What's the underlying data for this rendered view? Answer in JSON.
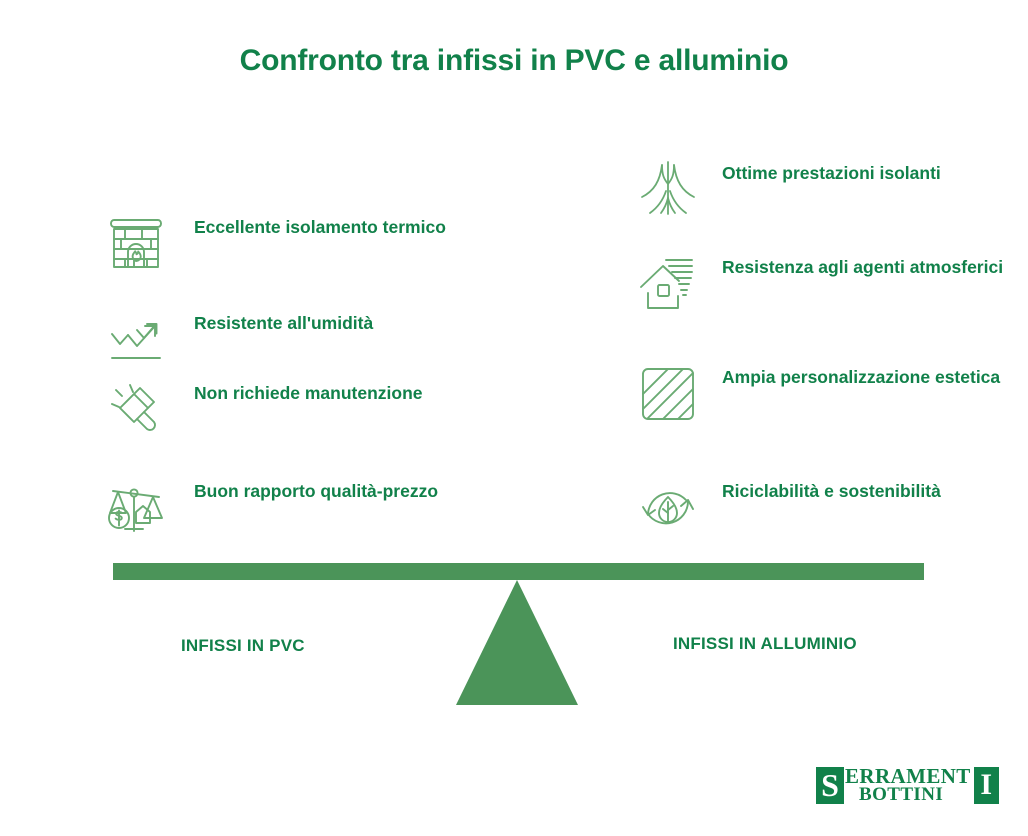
{
  "title": "Confronto tra infissi in PVC e alluminio",
  "colors": {
    "title_green": "#11814a",
    "text_green": "#11814a",
    "beam_green": "#4b9459",
    "icon_green": "#6aab73",
    "background": "#ffffff"
  },
  "left_column": {
    "heading": "INFISSI IN PVC",
    "items": [
      {
        "icon": "fireplace-icon",
        "label": "Eccellente isolamento termico"
      },
      {
        "icon": "growth-arrows-icon",
        "label": "Resistente all'umidità"
      },
      {
        "icon": "squeegee-icon",
        "label": "Non richiede manutenzione"
      },
      {
        "icon": "balance-scale-icon",
        "label": "Buon rapporto qualità-prezzo"
      }
    ]
  },
  "right_column": {
    "heading": "INFISSI IN ALLUMINIO",
    "items": [
      {
        "icon": "tree-roots-icon",
        "label": "Ottime prestazioni isolanti"
      },
      {
        "icon": "house-wind-icon",
        "label": "Resistenza agli agenti atmosferici"
      },
      {
        "icon": "hatched-square-icon",
        "label": "Ampia personalizzazione estetica"
      },
      {
        "icon": "recycle-leaf-icon",
        "label": "Riciclabilità e sostenibilità"
      }
    ]
  },
  "balance": {
    "beam": "balance-beam",
    "fulcrum": "balance-fulcrum-triangle"
  },
  "logo": {
    "boxed_initial": "S",
    "word_line1": "ERRAMENT",
    "word_line2": "BOTTINI",
    "boxed_final": "I"
  }
}
